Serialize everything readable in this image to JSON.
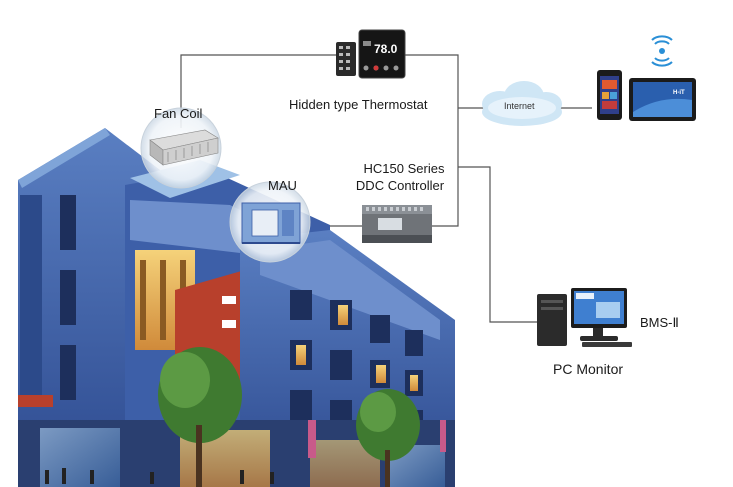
{
  "labels": {
    "thermostat": "Hidden type Thermostat",
    "fan_coil": "Fan Coil",
    "mau": "MAU",
    "controller_line1": "HC150 Series",
    "controller_line2": "DDC Controller",
    "internet": "Internet",
    "bms": "BMS-Ⅱ",
    "pc_monitor": "PC Monitor"
  },
  "thermostat_display": "78.0",
  "tablet_brand": "H-iT",
  "colors": {
    "line": "#555555",
    "building_blue": "#3d5fa8",
    "building_dark": "#223a78",
    "accent_red": "#b8402c",
    "cloud": "#cfe6f5",
    "tree": "#4f8a3a"
  }
}
